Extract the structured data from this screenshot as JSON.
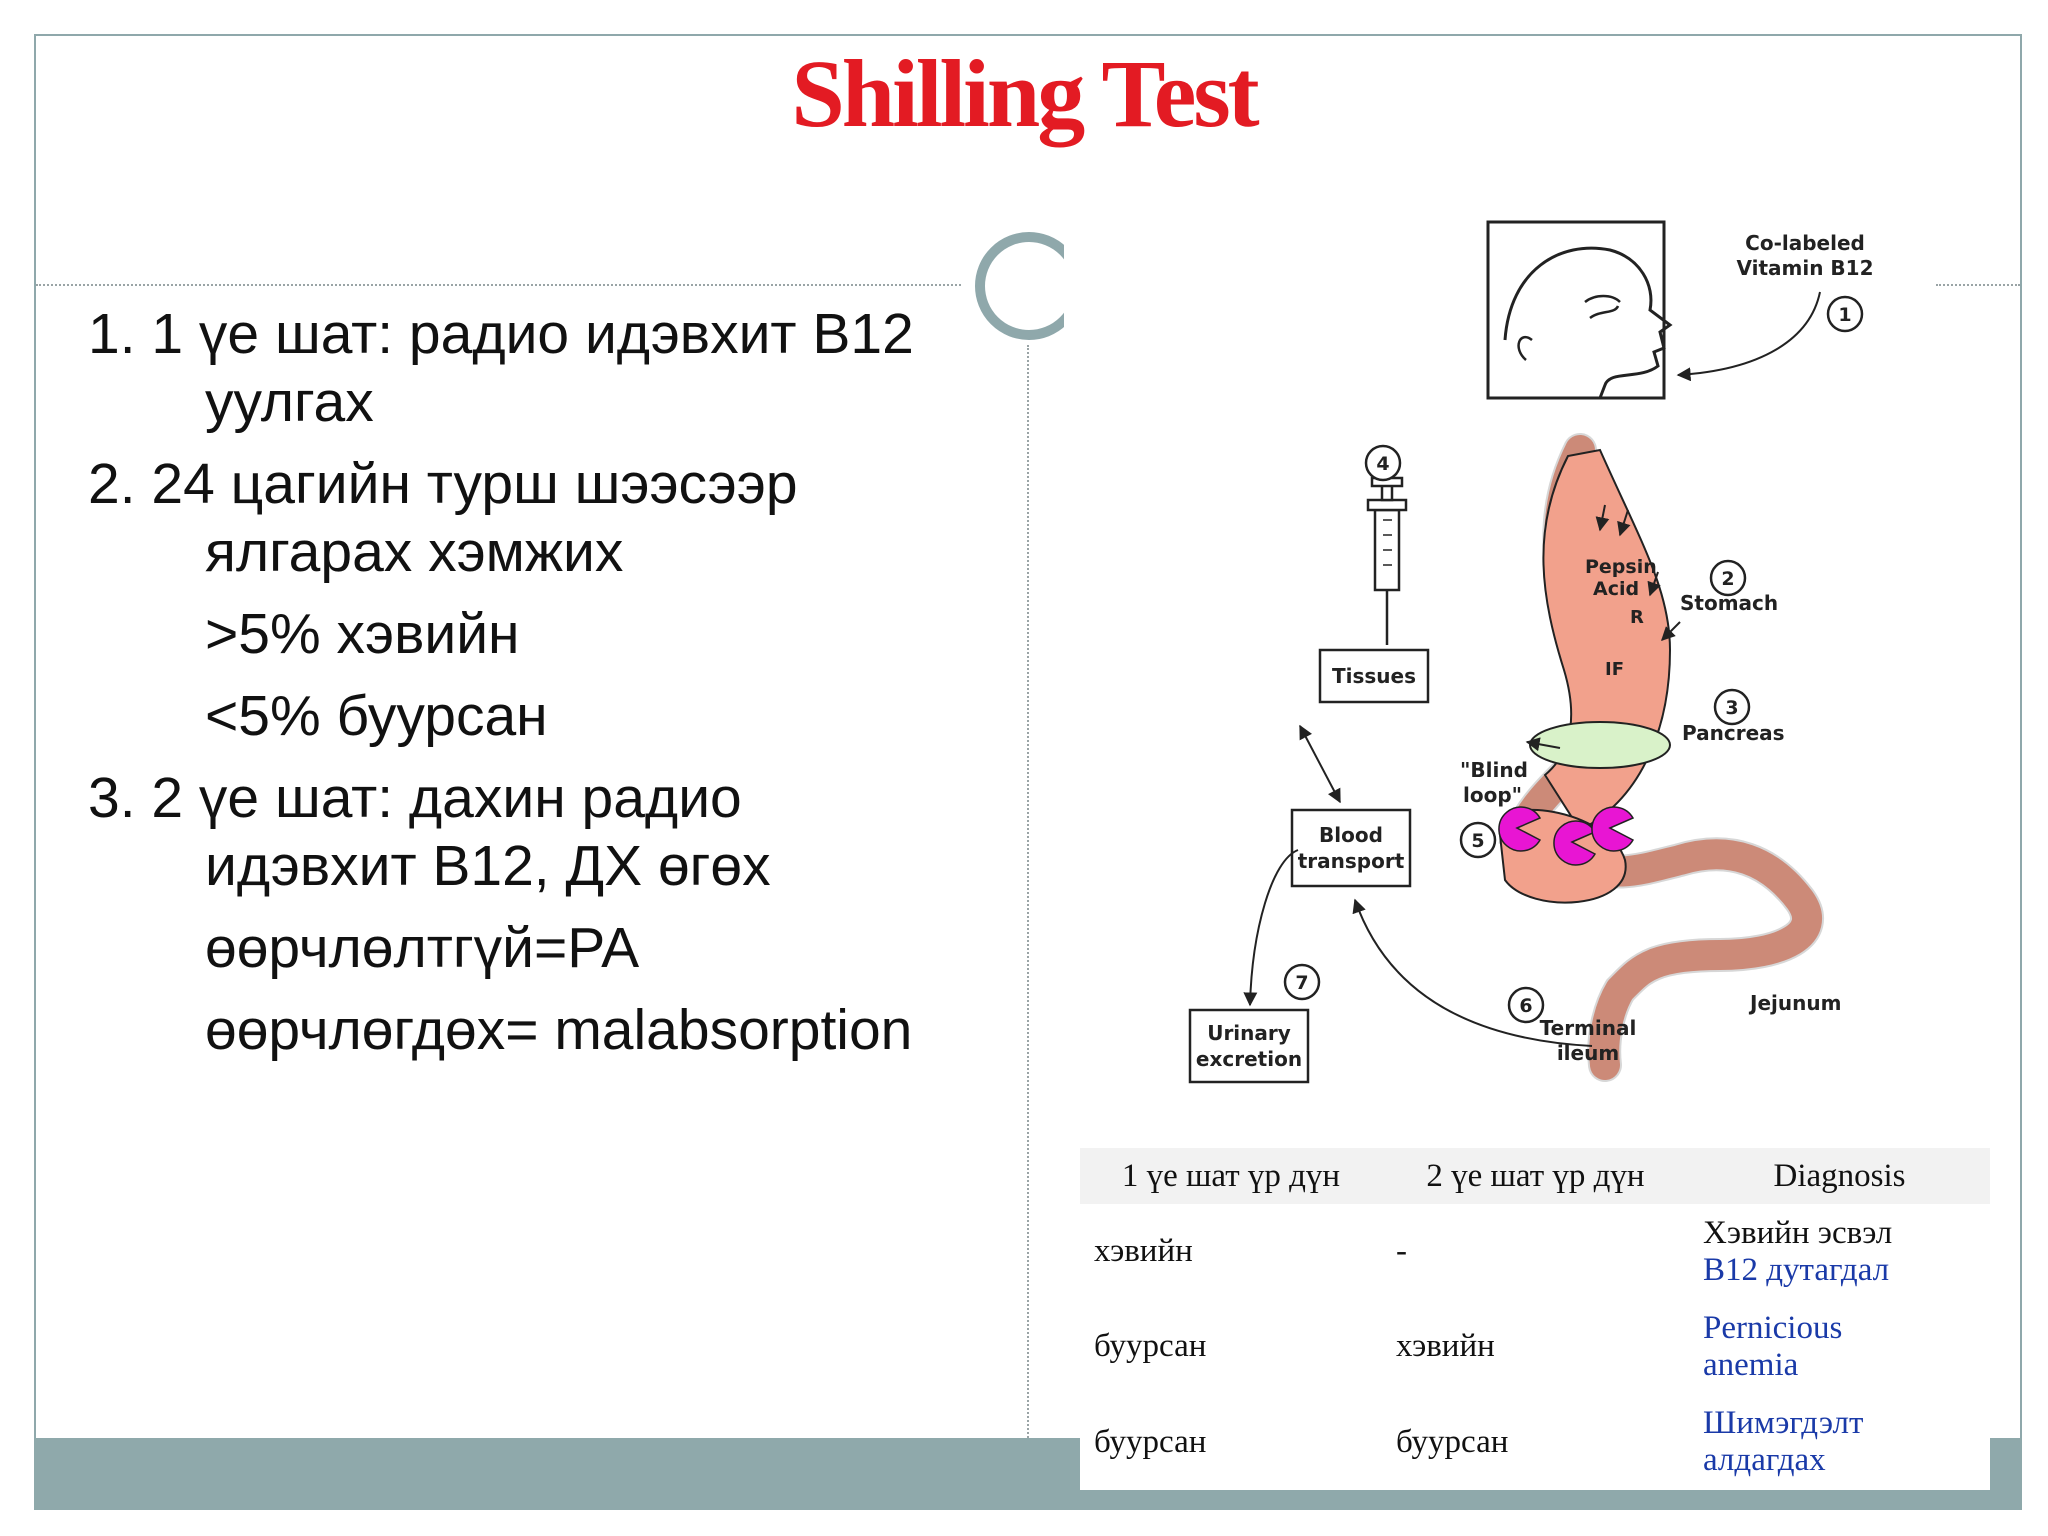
{
  "title": "Shilling Test",
  "steps": [
    {
      "number": "1.",
      "line1": "1 үе шат: радио идэвхит B12",
      "line2": "уулгах",
      "subs": []
    },
    {
      "number": "2.",
      "line1": "24 цагийн турш шээсээр",
      "line2": "ялгарах хэмжих",
      "subs": [
        ">5% хэвийн",
        "<5% буурсан"
      ]
    },
    {
      "number": "3.",
      "line1": "2 үе шат: дахин радио",
      "line2": "идэвхит B12, ДХ өгөх",
      "subs": [
        "өөрчлөлтгүй=PA",
        "өөрчлөгдөх= malabsorption"
      ]
    }
  ],
  "diagram": {
    "colabeled_line1": "Co-labeled",
    "colabeled_line2": "Vitamin B12",
    "pepsin": "Pepsin",
    "acid": "Acid",
    "r_label": "R",
    "if_label": "IF",
    "stomach": "Stomach",
    "pancreas": "Pancreas",
    "blind_line1": "\"Blind",
    "blind_line2": "loop\"",
    "tissues": "Tissues",
    "blood_line1": "Blood",
    "blood_line2": "transport",
    "urinary_line1": "Urinary",
    "urinary_line2": "excretion",
    "terminal_line1": "Terminal",
    "terminal_line2": "ileum",
    "jejunum": "Jejunum",
    "markers": [
      "1",
      "2",
      "3",
      "4",
      "5",
      "6",
      "7"
    ]
  },
  "table": {
    "headers": [
      "1 үе шат үр дүн",
      "2 үе шат үр дүн",
      "Diagnosis"
    ],
    "rows": [
      {
        "c1": "хэвийн",
        "c2": "-",
        "dx_a": "Хэвийн эсвэл",
        "dx_b": "B12 дутагдал"
      },
      {
        "c1": "буурсан",
        "c2": "хэвийн",
        "dx_a": "Pernicious",
        "dx_b": "anemia"
      },
      {
        "c1": "буурсан",
        "c2": "буурсан",
        "dx_a": "Шимэгдэлт",
        "dx_b": "алдагдах"
      }
    ]
  },
  "colors": {
    "title": "#e31b23",
    "accent": "#8fa8ab",
    "gut": "#f2a18c",
    "pancreas": "#d9f2c9",
    "bacteria": "#e815d3",
    "link": "#1a3aa8"
  }
}
